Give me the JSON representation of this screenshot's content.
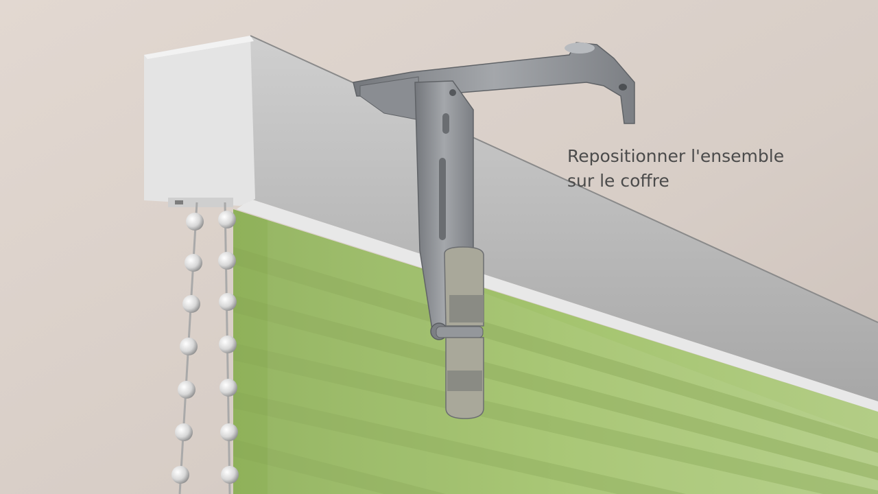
{
  "caption": {
    "line1": "Repositionner l'ensemble",
    "line2": "sur le coffre"
  },
  "colors": {
    "wall": "#d9cfc8",
    "blind_fabric": "#9fbe6a",
    "cassette": "#c9c9c9",
    "bracket": "#8e9196",
    "bead_chain": "#e6e6e6"
  },
  "scene_elements": {
    "cassette": "roller-blind-cassette",
    "bracket": "mounting-bracket",
    "fabric": "pleated-blind-fabric",
    "chain": "bead-pull-chain"
  }
}
